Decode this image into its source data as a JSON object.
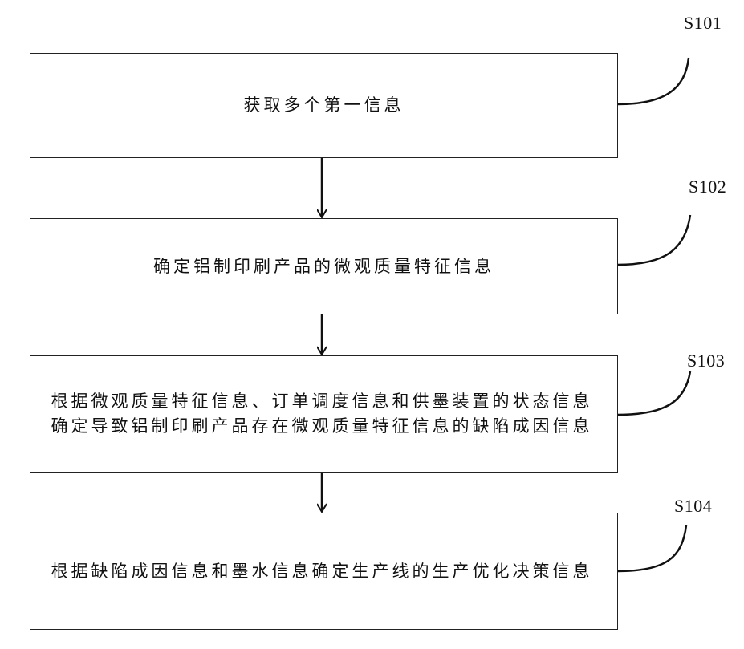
{
  "steps": [
    {
      "id": "S101",
      "text": "获取多个第一信息"
    },
    {
      "id": "S102",
      "text": "确定铝制印刷产品的微观质量特征信息"
    },
    {
      "id": "S103",
      "text": "根据微观质量特征信息、订单调度信息和供墨装置的状态信息确定导致铝制印刷产品存在微观质量特征信息的缺陷成因信息"
    },
    {
      "id": "S104",
      "text": "根据缺陷成因信息和墨水信息确定生产线的生产优化决策信息"
    }
  ]
}
